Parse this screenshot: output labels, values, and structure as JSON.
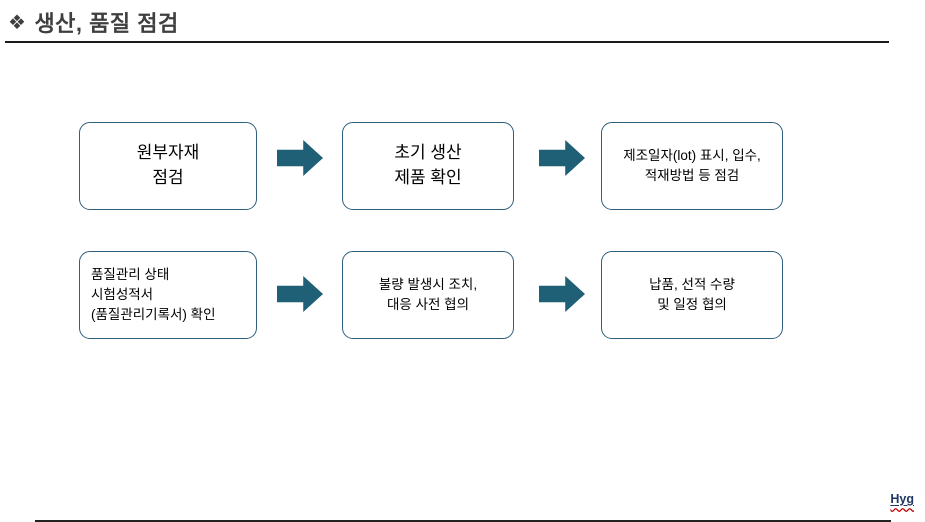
{
  "title": {
    "bullet": "❖",
    "text": "생산, 품질 점검"
  },
  "flow": {
    "rows": [
      {
        "steps": [
          {
            "name": "raw-materials-check",
            "lines": [
              "원부자재",
              "점검"
            ]
          },
          {
            "name": "initial-production-check",
            "lines": [
              "초기 생산",
              "제품 확인"
            ]
          },
          {
            "name": "lot-label-check",
            "lines": [
              "제조일자(lot) 표시, 입수,",
              "적재방법 등 점검"
            ]
          }
        ]
      },
      {
        "steps": [
          {
            "name": "quality-records-check",
            "lines": [
              "품질관리 상태",
              "시험성적서",
              "(품질관리기록서) 확인"
            ]
          },
          {
            "name": "defect-response",
            "lines": [
              "불량 발생시 조치,",
              "대응 사전 협의"
            ]
          },
          {
            "name": "delivery-schedule",
            "lines": [
              "납품, 선적 수량",
              "및 일정 협의"
            ]
          }
        ]
      }
    ]
  },
  "footer": {
    "text": "Hyg"
  },
  "colors": {
    "box_border": "#2e5f7c",
    "arrow": "#1f6076",
    "title_text": "#3f3f3f",
    "divider": "#1a1a1a",
    "footer_text": "#1f3864",
    "spellcheck_underline": "#c00000"
  }
}
